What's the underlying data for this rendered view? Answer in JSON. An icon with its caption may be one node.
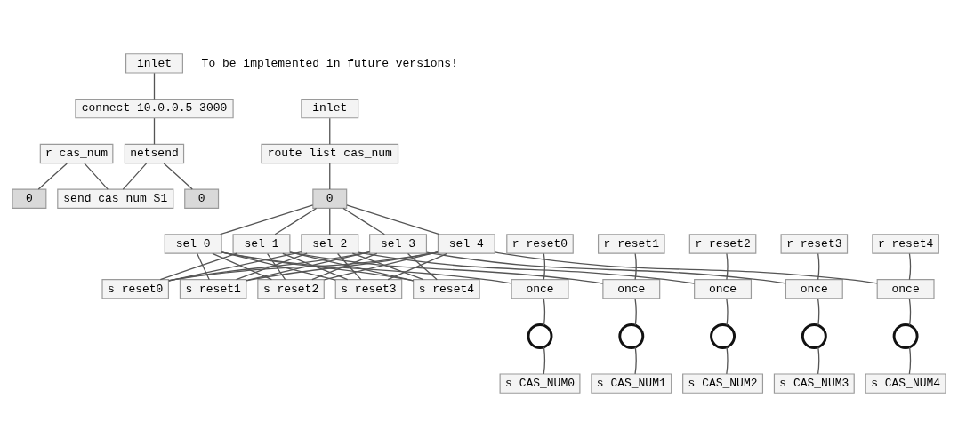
{
  "diagram": {
    "nodes": [
      {
        "text": [
          "inlet"
        ]
      },
      {
        "text": [
          "connect 10.0.0.5 3000"
        ]
      },
      {
        "text": [
          "netsend"
        ]
      },
      {
        "text": [
          "r cas_num"
        ]
      },
      {
        "text": [
          "0"
        ]
      },
      {
        "text": [
          "send cas_num $1"
        ]
      },
      {
        "text": [
          "0"
        ]
      },
      {
        "text": [
          "inlet"
        ]
      },
      {
        "text": [
          "route list cas_num"
        ]
      },
      {
        "text": [
          "0"
        ]
      },
      {
        "text": [
          "sel 0"
        ]
      },
      {
        "text": [
          "sel 1"
        ]
      },
      {
        "text": [
          "sel 2"
        ]
      },
      {
        "text": [
          "sel 3"
        ]
      },
      {
        "text": [
          "sel 4"
        ]
      },
      {
        "text": [
          "s reset0"
        ]
      },
      {
        "text": [
          "s reset1"
        ]
      },
      {
        "text": [
          "s reset2"
        ]
      },
      {
        "text": [
          "s reset3"
        ]
      },
      {
        "text": [
          "s reset4"
        ]
      },
      {
        "text": [
          "r reset0"
        ]
      },
      {
        "text": [
          "r reset1"
        ]
      },
      {
        "text": [
          "r reset2"
        ]
      },
      {
        "text": [
          "r reset3"
        ]
      },
      {
        "text": [
          "r reset4"
        ]
      },
      {
        "text": [
          "once"
        ]
      },
      {
        "text": [
          "once"
        ]
      },
      {
        "text": [
          "once"
        ]
      },
      {
        "text": [
          "once"
        ]
      },
      {
        "text": [
          "once"
        ]
      },
      {
        "text": [],
        "shape": "circle"
      },
      {
        "text": [],
        "shape": "circle"
      },
      {
        "text": [],
        "shape": "circle"
      },
      {
        "text": [],
        "shape": "circle"
      },
      {
        "text": [],
        "shape": "circle"
      },
      {
        "text": [
          "s CAS_NUM0"
        ]
      },
      {
        "text": [
          "s CAS_NUM1"
        ]
      },
      {
        "text": [
          "s CAS_NUM2"
        ]
      },
      {
        "text": [
          "s CAS_NUM3"
        ]
      },
      {
        "text": [
          "s CAS_NUM4"
        ]
      }
    ],
    "edges": [
      {
        "from": 0,
        "to": 1,
        "arrow": "none"
      },
      {
        "from": 1,
        "to": 2,
        "arrow": "none"
      },
      {
        "from": 3,
        "to": 4,
        "arrow": "none"
      },
      {
        "from": 3,
        "to": 5,
        "arrow": "none"
      },
      {
        "from": 5,
        "to": 2,
        "arrow": "none"
      },
      {
        "from": 2,
        "to": 6,
        "arrow": "none"
      },
      {
        "from": 7,
        "to": 8,
        "arrow": "none"
      },
      {
        "from": 8,
        "to": 9,
        "arrow": "none"
      },
      {
        "from": 9,
        "to": 10,
        "arrow": "none"
      },
      {
        "from": 9,
        "to": 11,
        "arrow": "none"
      },
      {
        "from": 9,
        "to": 12,
        "arrow": "none"
      },
      {
        "from": 9,
        "to": 13,
        "arrow": "none"
      },
      {
        "from": 9,
        "to": 14,
        "arrow": "none"
      },
      {
        "from": 10,
        "to": 25,
        "arrow": "none"
      },
      {
        "from": 10,
        "to": 16,
        "arrow": "none"
      },
      {
        "from": 10,
        "to": 17,
        "arrow": "none"
      },
      {
        "from": 10,
        "to": 18,
        "arrow": "none"
      },
      {
        "from": 10,
        "to": 19,
        "arrow": "none"
      },
      {
        "from": 11,
        "to": 15,
        "arrow": "none"
      },
      {
        "from": 11,
        "to": 26,
        "arrow": "none"
      },
      {
        "from": 11,
        "to": 17,
        "arrow": "none"
      },
      {
        "from": 11,
        "to": 18,
        "arrow": "none"
      },
      {
        "from": 11,
        "to": 19,
        "arrow": "none"
      },
      {
        "from": 12,
        "to": 15,
        "arrow": "none"
      },
      {
        "from": 12,
        "to": 16,
        "arrow": "none"
      },
      {
        "from": 12,
        "to": 27,
        "arrow": "none"
      },
      {
        "from": 12,
        "to": 18,
        "arrow": "none"
      },
      {
        "from": 12,
        "to": 19,
        "arrow": "none"
      },
      {
        "from": 13,
        "to": 15,
        "arrow": "none"
      },
      {
        "from": 13,
        "to": 16,
        "arrow": "none"
      },
      {
        "from": 13,
        "to": 17,
        "arrow": "none"
      },
      {
        "from": 13,
        "to": 28,
        "arrow": "none"
      },
      {
        "from": 13,
        "to": 19,
        "arrow": "none"
      },
      {
        "from": 14,
        "to": 15,
        "arrow": "none"
      },
      {
        "from": 14,
        "to": 16,
        "arrow": "none"
      },
      {
        "from": 14,
        "to": 17,
        "arrow": "none"
      },
      {
        "from": 14,
        "to": 18,
        "arrow": "none"
      },
      {
        "from": 14,
        "to": 29,
        "arrow": "none"
      },
      {
        "from": 20,
        "to": 25,
        "arrow": "none"
      },
      {
        "from": 21,
        "to": 26,
        "arrow": "none"
      },
      {
        "from": 22,
        "to": 27,
        "arrow": "none"
      },
      {
        "from": 23,
        "to": 28,
        "arrow": "none"
      },
      {
        "from": 24,
        "to": 29,
        "arrow": "none"
      },
      {
        "from": 25,
        "to": 30,
        "arrow": "none"
      },
      {
        "from": 26,
        "to": 31,
        "arrow": "none"
      },
      {
        "from": 27,
        "to": 32,
        "arrow": "none"
      },
      {
        "from": 28,
        "to": 33,
        "arrow": "none"
      },
      {
        "from": 29,
        "to": 34,
        "arrow": "none"
      },
      {
        "from": 30,
        "to": 35,
        "arrow": "none"
      },
      {
        "from": 31,
        "to": 36,
        "arrow": "none"
      },
      {
        "from": 32,
        "to": 37,
        "arrow": "none"
      },
      {
        "from": 33,
        "to": 38,
        "arrow": "none"
      },
      {
        "from": 34,
        "to": 39,
        "arrow": "none"
      }
    ],
    "labels": [
      "To be implemented in future versions!"
    ]
  }
}
